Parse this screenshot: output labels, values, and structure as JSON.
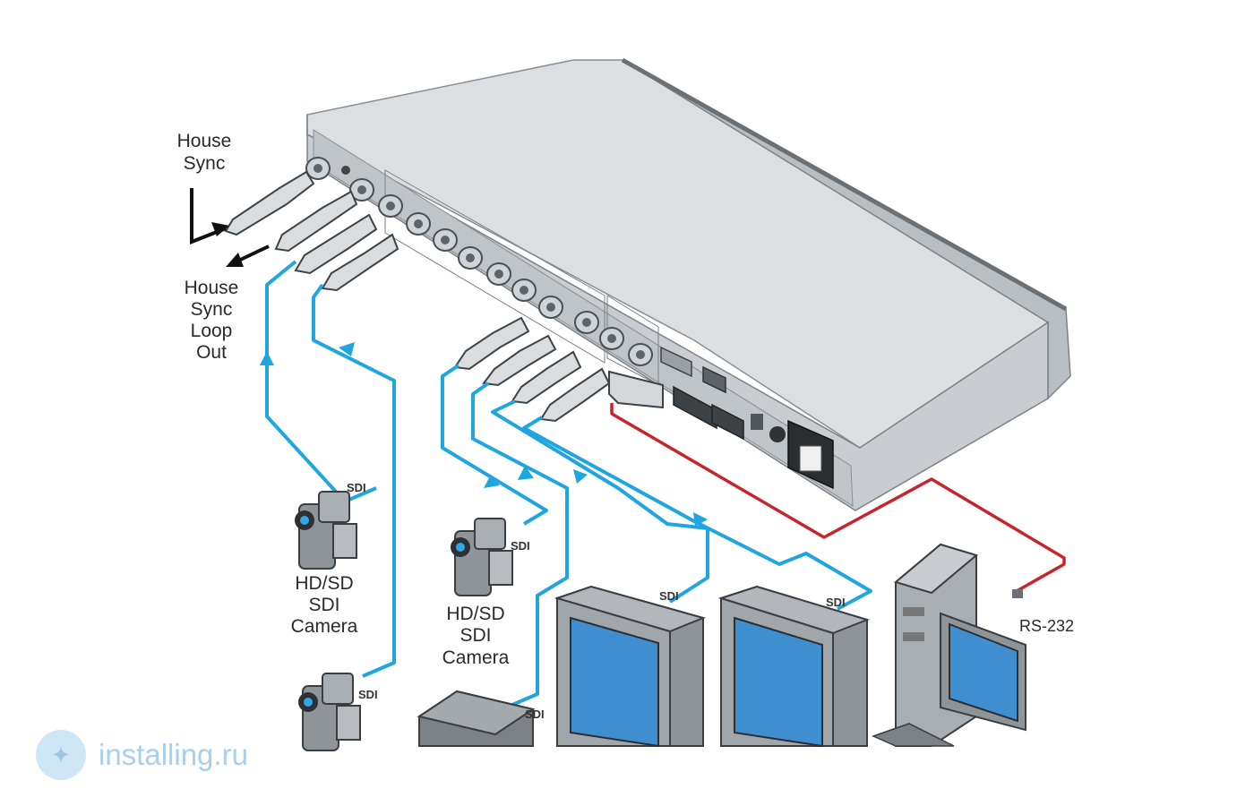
{
  "labels": {
    "house_sync_line1": "House",
    "house_sync_line2": "Sync",
    "loop_line1": "House",
    "loop_line2": "Sync",
    "loop_line3": "Loop",
    "loop_line4": "Out",
    "camera1_line1": "HD/SD",
    "camera1_line2": "SDI",
    "camera1_line3": "Camera",
    "camera2_line1": "HD/SD",
    "camera2_line2": "SDI",
    "camera2_line3": "Camera",
    "sdi": "SDI",
    "rs232": "RS-232"
  },
  "watermark": {
    "text": "installing.ru"
  },
  "colors": {
    "sdi_cable": "#1fa6e0",
    "rs232_cable": "#c8242c",
    "chassis": "#d6d9dc"
  }
}
